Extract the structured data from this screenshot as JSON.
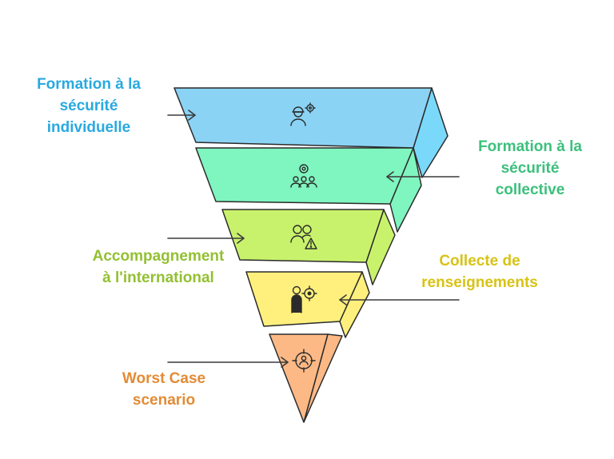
{
  "colors": {
    "outline": "#2b2b2b",
    "arrow": "#3a3a3a"
  },
  "levels": [
    {
      "id": "individuelle",
      "label_lines": [
        "Formation à la",
        "sécurité",
        "individuelle"
      ],
      "label_color": "#29a9e0",
      "fill_front": "#8bd3f5",
      "fill_side": "#7ad9fb",
      "icon": "worker-gear-icon"
    },
    {
      "id": "collective",
      "label_lines": [
        "Formation à la",
        "sécurité",
        "collective"
      ],
      "label_color": "#3cc07d",
      "fill_front": "#7ff5bf",
      "fill_side": "#7ff5bf",
      "icon": "group-target-icon"
    },
    {
      "id": "international",
      "label_lines": [
        "Accompagnement",
        "à l'international"
      ],
      "label_color": "#93c032",
      "fill_front": "#c9f26c",
      "fill_side": "#c9f26c",
      "icon": "people-warning-icon"
    },
    {
      "id": "renseignements",
      "label_lines": [
        "Collecte de",
        "renseignements"
      ],
      "label_color": "#d8c315",
      "fill_front": "#fff07d",
      "fill_side": "#fff07d",
      "icon": "agent-crosshair-icon"
    },
    {
      "id": "worstcase",
      "label_lines": [
        "Worst Case",
        "scenario"
      ],
      "label_color": "#e38b35",
      "fill_front": "#fcb986",
      "fill_side": "#fcb986",
      "icon": "crosshair-person-icon"
    }
  ]
}
